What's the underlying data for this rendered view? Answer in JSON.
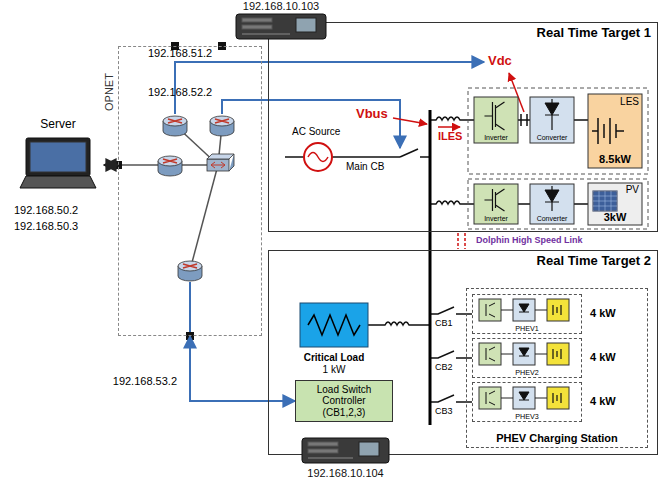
{
  "diagram": {
    "nodes": [
      {
        "text": [
          "192.168.10.103"
        ]
      },
      {
        "text": [
          "Real Time Target 1"
        ]
      },
      {
        "text": [
          "Inverter"
        ],
        "in": 1
      },
      {
        "text": [
          "Converter"
        ],
        "in": 1
      },
      {
        "text": [
          "LES",
          "8.5kW"
        ],
        "in": 1
      },
      {
        "text": [
          "Inverter"
        ],
        "in": 1
      },
      {
        "text": [
          "Converter"
        ],
        "in": 1
      },
      {
        "text": [
          "PV",
          "3kW"
        ],
        "in": 1
      },
      {
        "text": [
          "OPNET"
        ]
      },
      {
        "text": [
          "Server"
        ]
      },
      {
        "text": [
          "Real Time Target 2"
        ]
      },
      {
        "text": [
          "Critical Load",
          "1 kW"
        ],
        "in": 10
      },
      {
        "text": [
          "PHEV Charging Station"
        ],
        "in": 10
      },
      {
        "text": [
          "PHEV1"
        ],
        "in": 12
      },
      {
        "text": [
          "PHEV2"
        ],
        "in": 12
      },
      {
        "text": [
          "PHEV3"
        ],
        "in": 12
      },
      {
        "text": [
          "Load Switch Controller (CB1,2,3)"
        ],
        "in": 10
      },
      {
        "text": [
          "192.168.10.104"
        ]
      }
    ],
    "edges": [
      {
        "from": 9,
        "to": 8,
        "arrow": "both"
      },
      {
        "from": 8,
        "to": 16,
        "arrow": "both",
        "label": "192.168.53.2"
      }
    ],
    "labels": [
      "192.168.51.2",
      "192.168.52.2",
      "AC Source",
      "Main CB",
      "Vbus",
      "Vdc",
      "ILES",
      "Dolphin High Speed Link",
      "CB1",
      "CB2",
      "CB3",
      "4 kW",
      "4 kW",
      "4 kW",
      "192.168.50.2",
      "192.168.50.3"
    ]
  }
}
